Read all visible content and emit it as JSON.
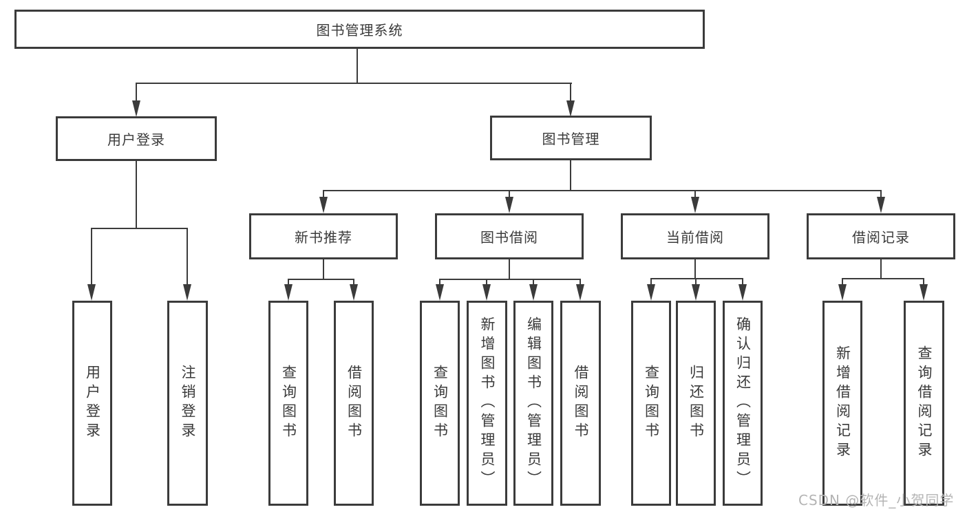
{
  "diagram": {
    "type": "hierarchy-tree",
    "orientation": "top-down",
    "tree": {
      "label": "图书管理系统",
      "children": [
        {
          "label": "用户登录",
          "children": [
            {
              "label": "用户登录"
            },
            {
              "label": "注销登录"
            }
          ]
        },
        {
          "label": "图书管理",
          "children": [
            {
              "label": "新书推荐",
              "children": [
                {
                  "label": "查询图书"
                },
                {
                  "label": "借阅图书"
                }
              ]
            },
            {
              "label": "图书借阅",
              "children": [
                {
                  "label": "查询图书"
                },
                {
                  "label": "新增图书（管理员）"
                },
                {
                  "label": "编辑图书（管理员）"
                },
                {
                  "label": "借阅图书"
                }
              ]
            },
            {
              "label": "当前借阅",
              "children": [
                {
                  "label": "查询图书"
                },
                {
                  "label": "归还图书"
                },
                {
                  "label": "确认归还（管理员）"
                }
              ]
            },
            {
              "label": "借阅记录",
              "children": [
                {
                  "label": "新增借阅记录"
                },
                {
                  "label": "查询借阅记录"
                }
              ]
            }
          ]
        }
      ]
    },
    "colors": {
      "box_border": "#3b3b3b",
      "box_fill": "#ffffff",
      "text": "#3a3a3a",
      "connector": "#3b3b3b",
      "watermark": "#b4b4b4",
      "background": "#ffffff"
    }
  },
  "watermark": "CSDN @软件_小贺同学"
}
